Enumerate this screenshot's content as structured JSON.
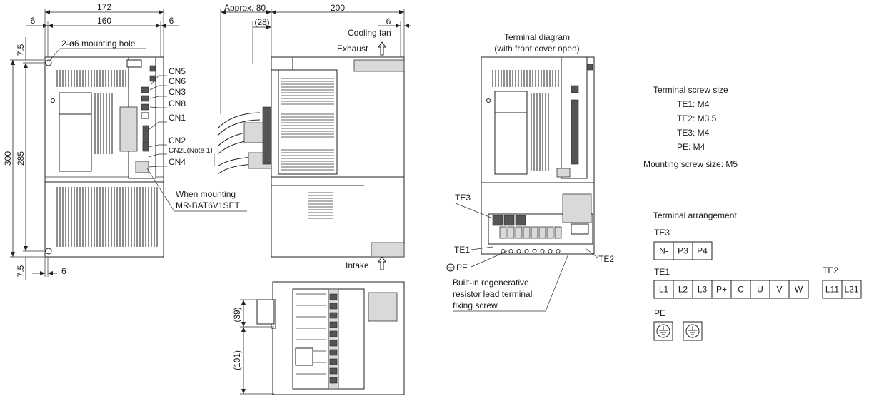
{
  "front_view": {
    "dim_width_total": "172",
    "dim_width_inner": "160",
    "dim_side_left": "6",
    "dim_side_right": "6",
    "dim_top_offset": "7.5",
    "dim_bottom_offset": "7.5",
    "dim_bottom_side": "6",
    "dim_height_total": "300",
    "dim_height_inner": "285",
    "mounting_hole_label": "2-ø6 mounting hole",
    "connectors": [
      "CN5",
      "CN6",
      "CN3",
      "CN8",
      "CN1",
      "CN2",
      "CN2L(Note 1)",
      "CN4"
    ],
    "battery_note_line1": "When mounting",
    "battery_note_line2": "MR-BAT6V1SET"
  },
  "side_view": {
    "dim_approx": "Approx. 80",
    "dim_depth": "200",
    "dim_28": "(28)",
    "dim_6": "6",
    "cooling_fan_label": "Cooling fan",
    "exhaust_label": "Exhaust",
    "intake_label": "Intake",
    "dim_39": "(39)",
    "dim_101": "(101)"
  },
  "terminal_diagram": {
    "title_line1": "Terminal diagram",
    "title_line2": "(with front cover open)",
    "labels": {
      "te3": "TE3",
      "te1": "TE1",
      "te2": "TE2",
      "pe": "PE"
    },
    "resistor_note_line1": "Built-in regenerative",
    "resistor_note_line2": "resistor lead terminal",
    "resistor_note_line3": "fixing screw"
  },
  "screw_sizes": {
    "title": "Terminal screw size",
    "items": [
      "TE1: M4",
      "TE2: M3.5",
      "TE3: M4",
      "PE: M4"
    ],
    "mounting": "Mounting screw size: M5"
  },
  "arrangement": {
    "title": "Terminal arrangement",
    "te3": {
      "label": "TE3",
      "cells": [
        "N-",
        "P3",
        "P4"
      ]
    },
    "te1": {
      "label": "TE1",
      "cells": [
        "L1",
        "L2",
        "L3",
        "P+",
        "C",
        "U",
        "V",
        "W"
      ]
    },
    "te2": {
      "label": "TE2",
      "cells": [
        "L11",
        "L21"
      ]
    },
    "pe": {
      "label": "PE",
      "ground_icons": [
        "ground-icon",
        "ground-icon"
      ]
    }
  }
}
